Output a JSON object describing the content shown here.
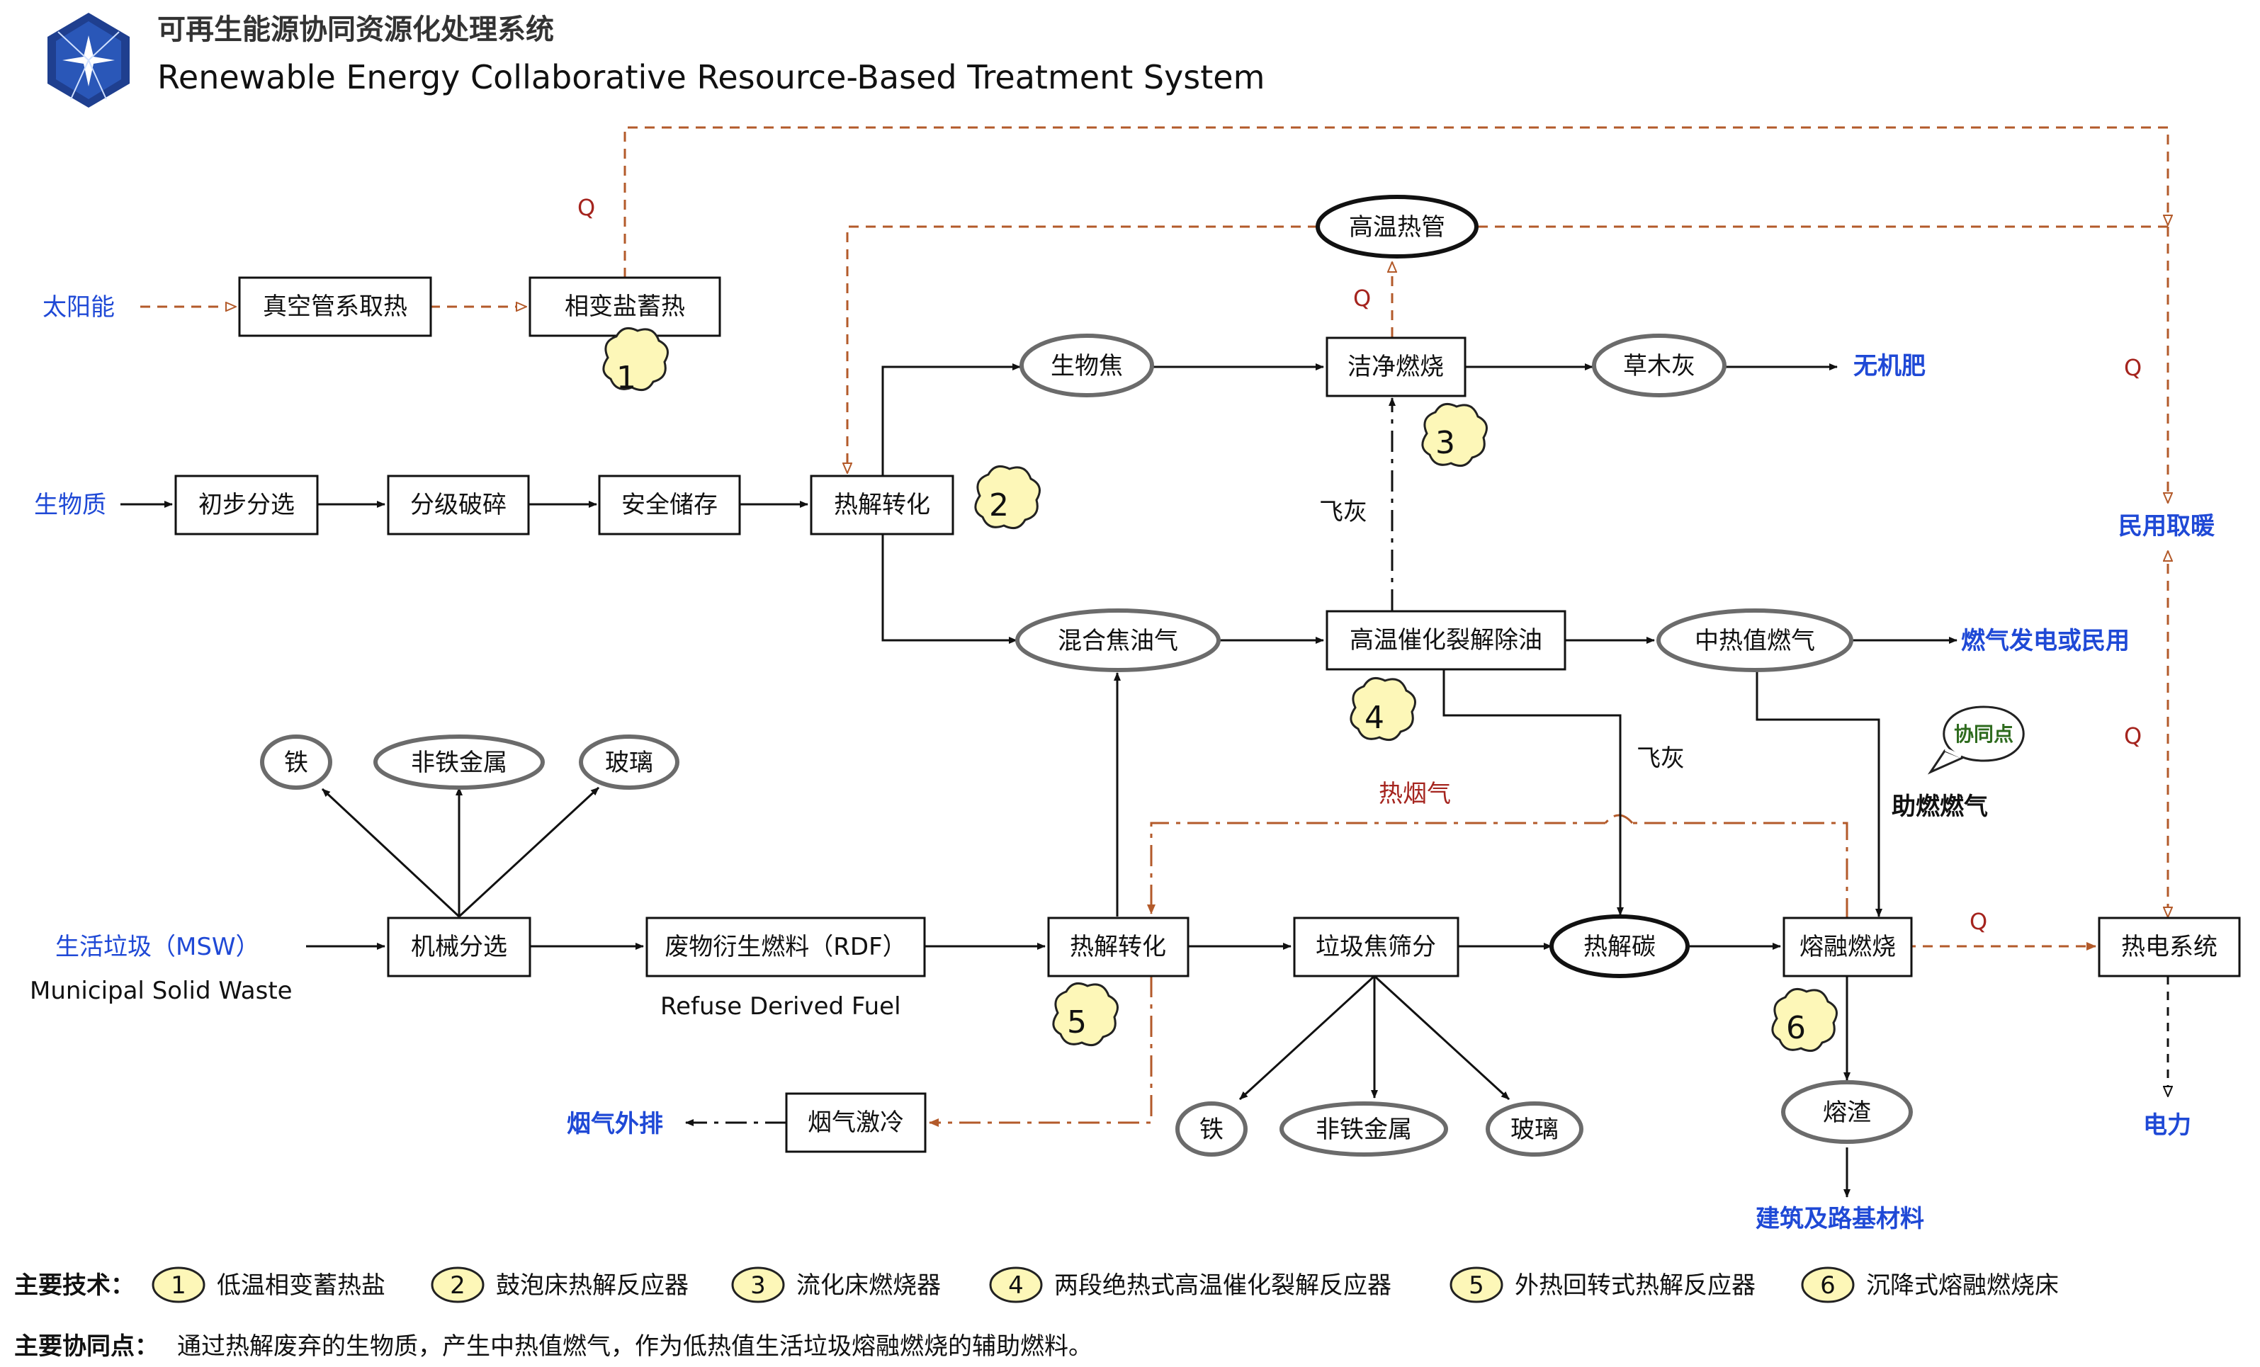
{
  "header": {
    "title_cn": "可再生能源协同资源化处理系统",
    "title_en": "Renewable Energy Collaborative Resource-Based Treatment System"
  },
  "inputs": {
    "solar": "太阳能",
    "biomass": "生物质",
    "msw": "生活垃圾（MSW）",
    "msw_en": "Municipal Solid Waste"
  },
  "nodes": {
    "vacuum_tube": "真空管系取热",
    "phase_change_salt": "相变盐蓄热",
    "high_temp_heat_pipe": "高温热管",
    "primary_sort": "初步分选",
    "grade_crush": "分级破碎",
    "safe_storage": "安全储存",
    "pyrolysis_bio": "热解转化",
    "biochar": "生物焦",
    "clean_combustion": "洁净燃烧",
    "plant_ash": "草木灰",
    "mixed_tar_gas": "混合焦油气",
    "catalytic_cracking": "高温催化裂解除油",
    "mid_heat_gas": "中热值燃气",
    "mech_sort": "机械分选",
    "rdf": "废物衍生燃料（RDF）",
    "rdf_en": "Refuse Derived Fuel",
    "pyrolysis_msw": "热解转化",
    "coke_screen": "垃圾焦筛分",
    "pyrolysis_carbon": "热解碳",
    "melt_combustion": "熔融燃烧",
    "thermal_power": "热电系统",
    "slag": "熔渣",
    "flue_quench": "烟气激冷",
    "iron_top": "铁",
    "nonferrous_top": "非铁金属",
    "glass_top": "玻璃",
    "iron_bottom": "铁",
    "nonferrous_bottom": "非铁金属",
    "glass_bottom": "玻璃"
  },
  "outputs": {
    "inorganic_fertilizer": "无机肥",
    "gas_power": "燃气发电或民用",
    "civil_heating": "民用取暖",
    "electricity": "电力",
    "building_material": "建筑及路基材料",
    "flue_exhaust": "烟气外排"
  },
  "labels": {
    "q": "Q",
    "fly_ash": "飞灰",
    "hot_flue_gas": "热烟气",
    "assist_gas": "助燃燃气",
    "synergy_point": "协同点"
  },
  "tech_markers": [
    "1",
    "2",
    "3",
    "4",
    "5",
    "6"
  ],
  "legend": {
    "main_tech_label": "主要技术：",
    "items": [
      {
        "num": "1",
        "text": "低温相变蓄热盐"
      },
      {
        "num": "2",
        "text": "鼓泡床热解反应器"
      },
      {
        "num": "3",
        "text": "流化床燃烧器"
      },
      {
        "num": "4",
        "text": "两段绝热式高温催化裂解反应器"
      },
      {
        "num": "5",
        "text": "外热回转式热解反应器"
      },
      {
        "num": "6",
        "text": "沉降式熔融燃烧床"
      }
    ],
    "synergy_label": "主要协同点：",
    "synergy_text": "通过热解废弃的生物质，产生中热值燃气，作为低热值生活垃圾熔融燃烧的辅助燃料。"
  },
  "colors": {
    "output_blue": "#1f49d6",
    "heat_line": "#b35a2a",
    "q_label": "#a5241e",
    "marker_fill": "#fdf7b8",
    "logo_blue": "#1f3f8f"
  },
  "icons": {
    "logo": "hexagon-star-logo",
    "tech_marker": "cloud-number-badge",
    "speech_bubble": "speech-bubble-icon"
  }
}
